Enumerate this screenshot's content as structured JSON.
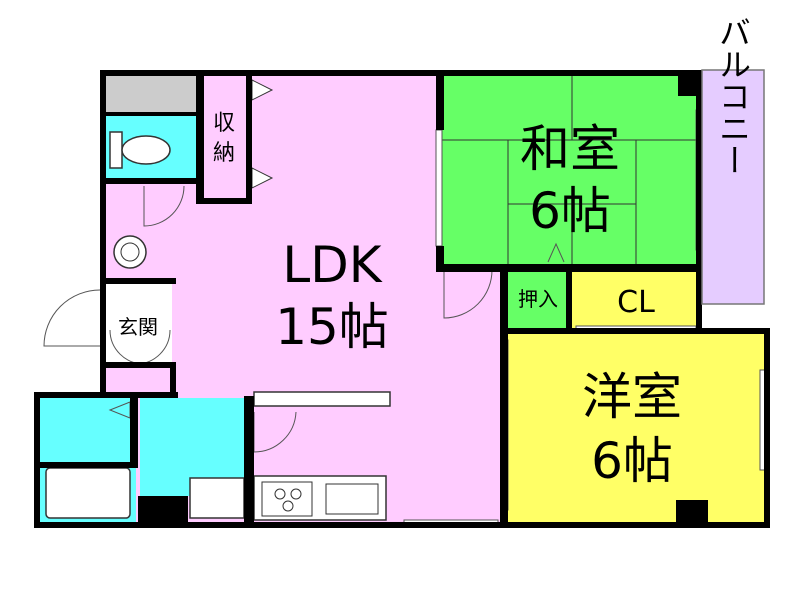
{
  "rooms": {
    "ldk": {
      "name": "LDK",
      "size": "15帖"
    },
    "washitsu": {
      "name": "和室",
      "size": "6帖"
    },
    "youshitsu": {
      "name": "洋室",
      "size": "6帖"
    },
    "closet": {
      "name": "CL"
    },
    "oshiire": {
      "name": "押入"
    },
    "shuno": {
      "line1": "収",
      "line2": "納"
    },
    "genkan": {
      "name": "玄関"
    },
    "balcony": {
      "name": "バルコニー"
    }
  },
  "colors": {
    "ldk": "#ffccff",
    "washitsu": "#66ff66",
    "youshitsu": "#ffff66",
    "balcony": "#e5ccff",
    "wet": "#66ffff",
    "storage_gray": "#cccccc",
    "wall": "#000000"
  }
}
